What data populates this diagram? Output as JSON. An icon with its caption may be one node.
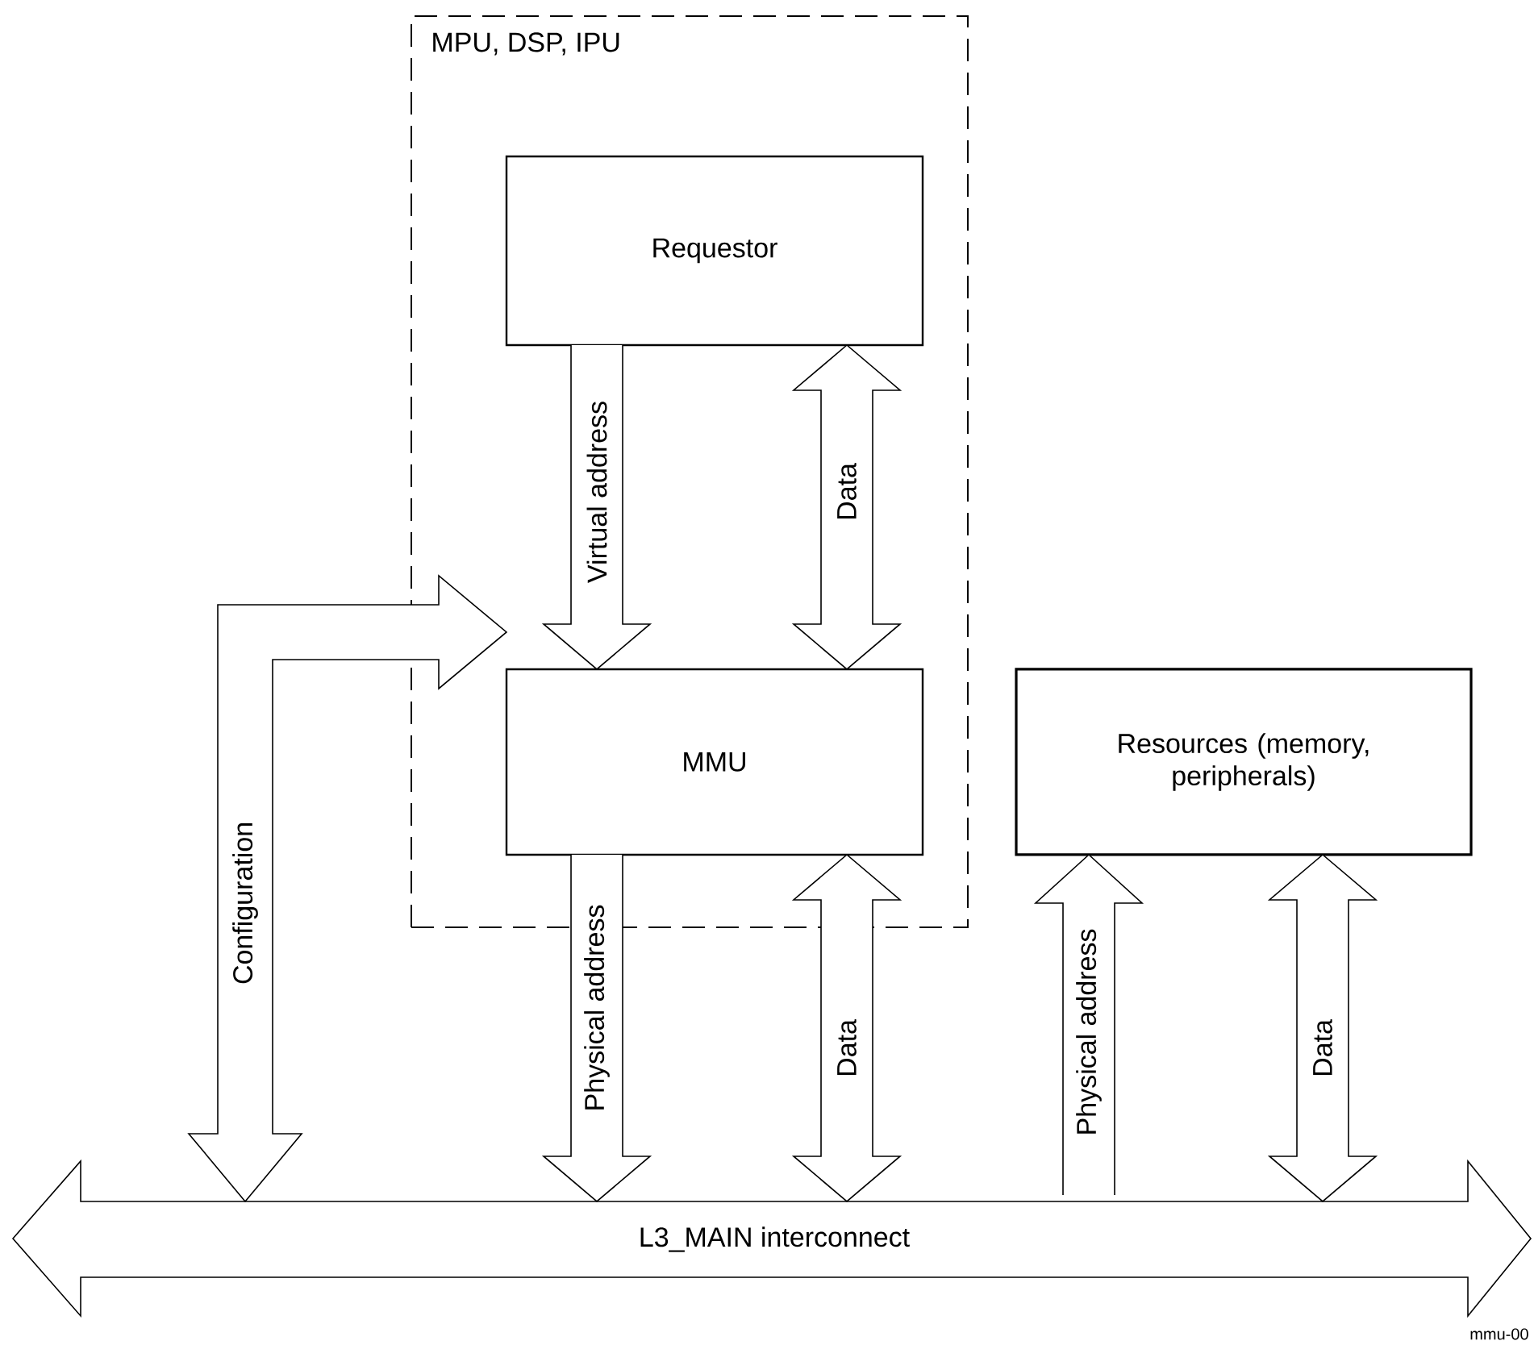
{
  "diagram": {
    "nodes": [
      {
        "text": [
          "MPU, DSP, IPU"
        ]
      },
      {
        "text": [
          "Requestor"
        ],
        "in": 0
      },
      {
        "text": [
          "MMU"
        ],
        "in": 0
      },
      {
        "text": [
          "Resources (memory, peripherals)"
        ]
      },
      {
        "text": [
          "L3_MAIN interconnect"
        ]
      }
    ],
    "edges": [
      {
        "from": 1,
        "to": 2,
        "arrow": "to",
        "label": "Virtual address"
      },
      {
        "from": 1,
        "to": 2,
        "arrow": "both",
        "label": "Data"
      },
      {
        "from": 2,
        "to": 4,
        "arrow": "to",
        "label": "Physical address"
      },
      {
        "from": 2,
        "to": 4,
        "arrow": "both",
        "label": "Data"
      },
      {
        "from": 4,
        "to": 2,
        "arrow": "both",
        "label": "Configuration"
      },
      {
        "from": 4,
        "to": 3,
        "arrow": "to",
        "label": "Physical address"
      },
      {
        "from": 3,
        "to": 4,
        "arrow": "both",
        "label": "Data"
      }
    ],
    "labels": [
      "mmu-00"
    ]
  }
}
